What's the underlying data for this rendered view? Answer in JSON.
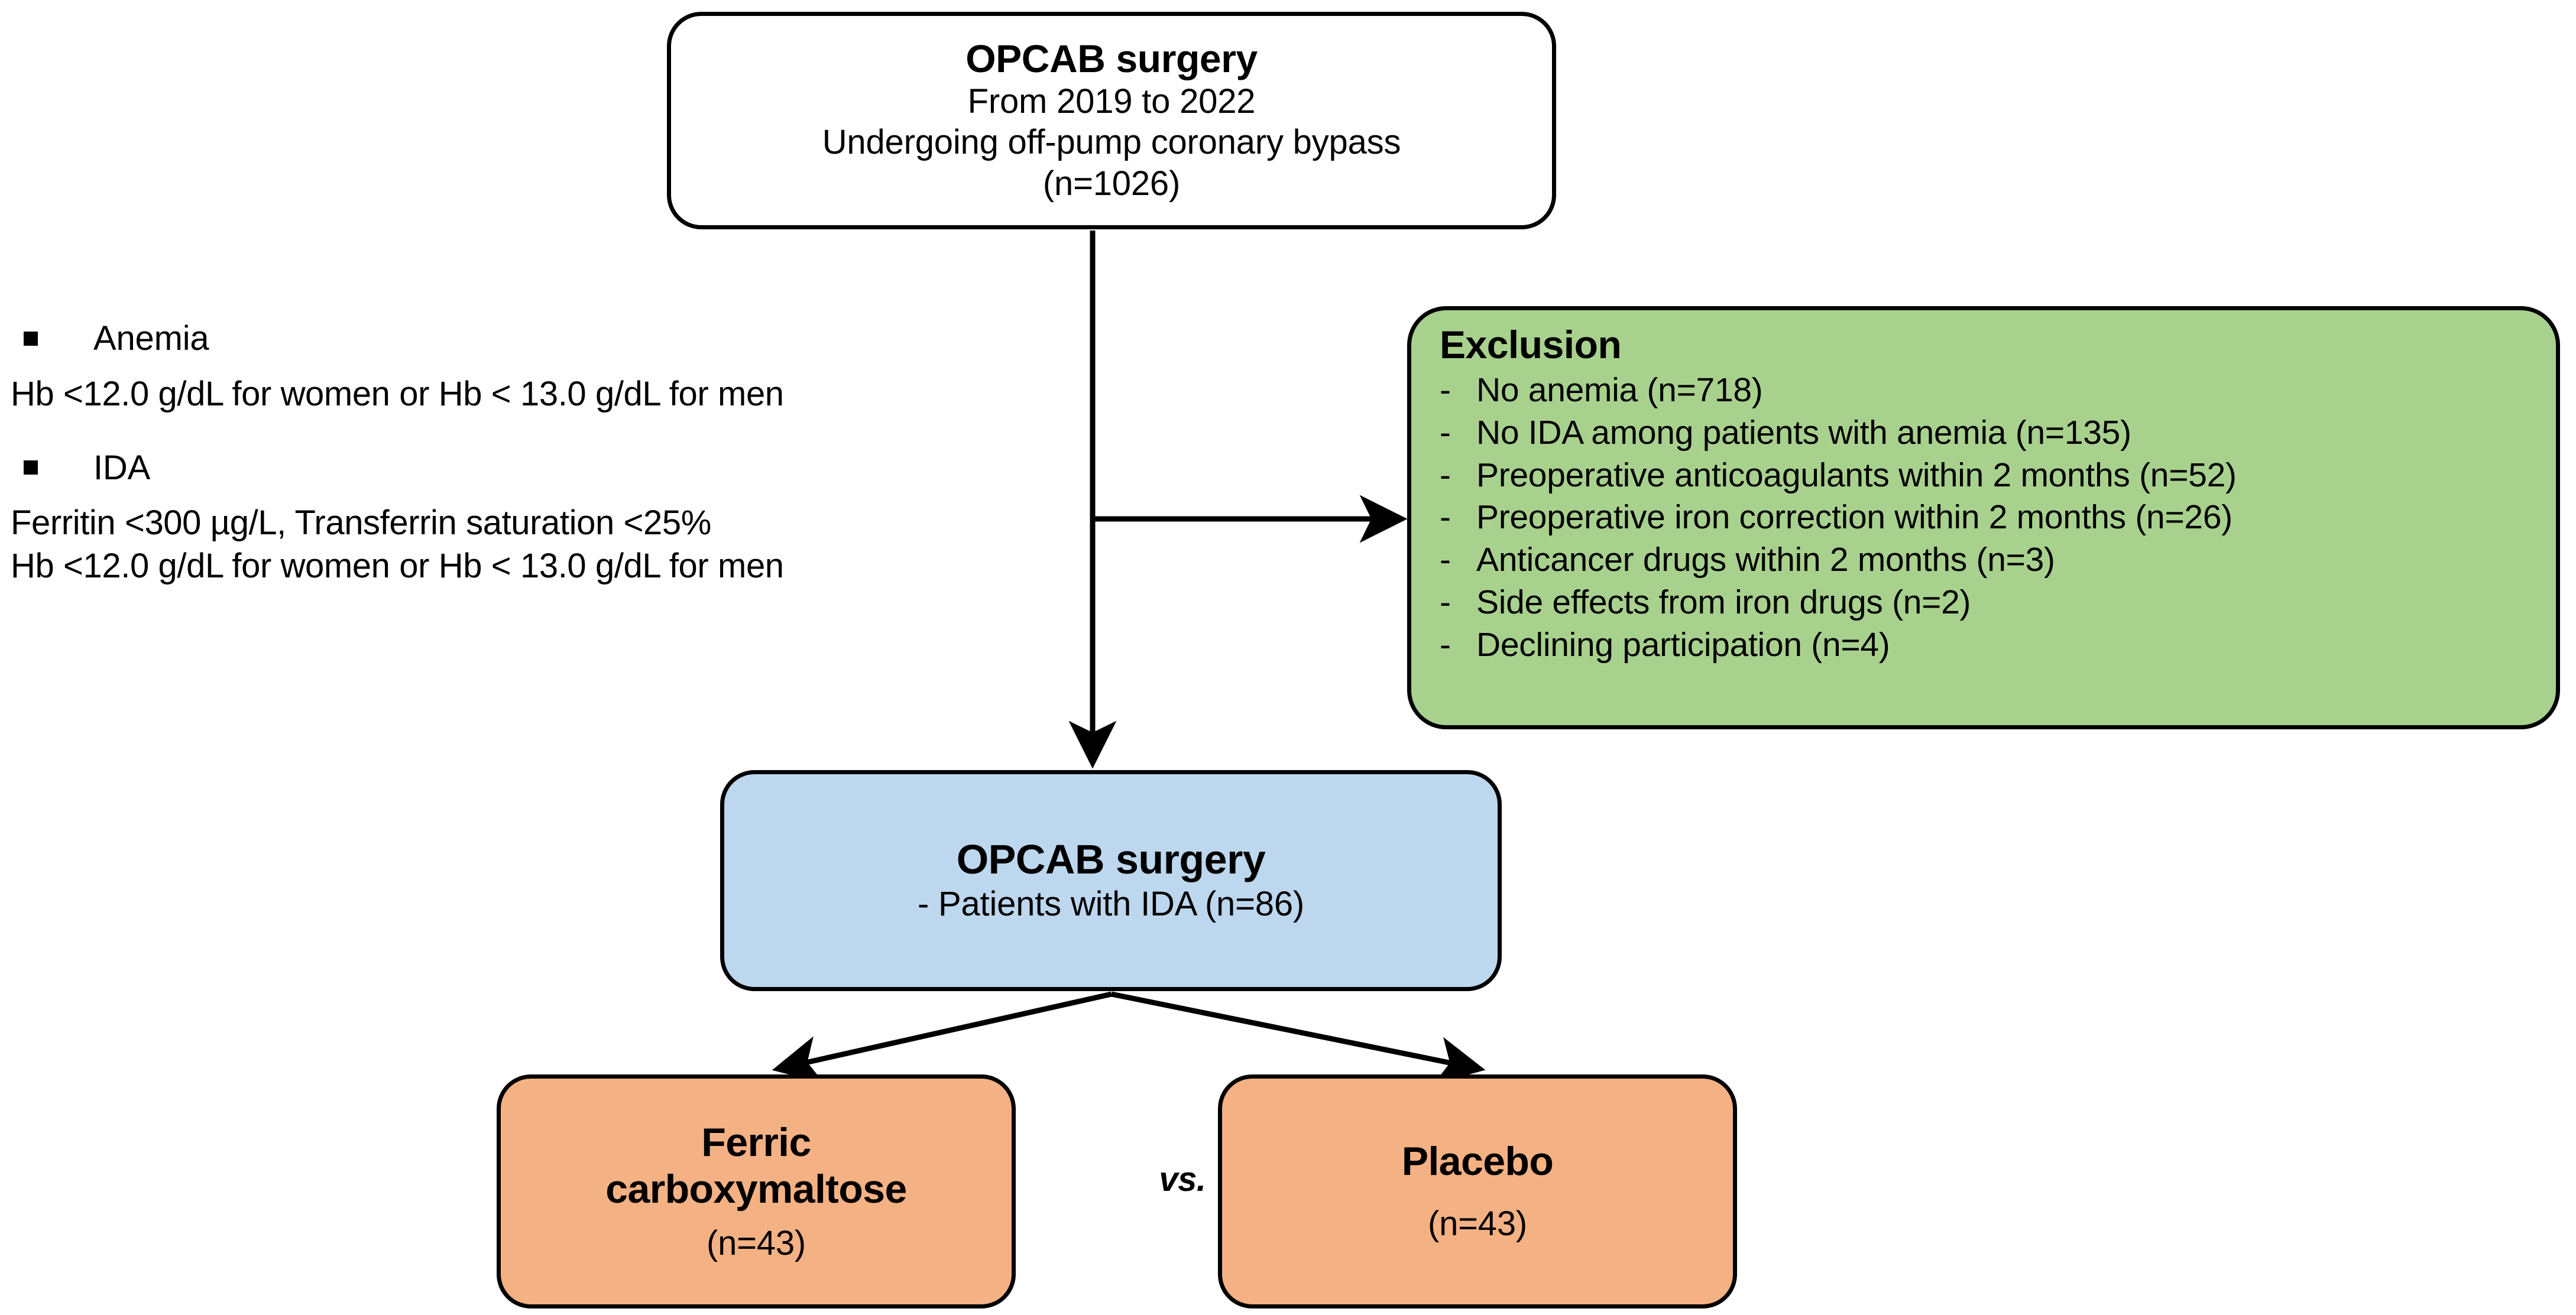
{
  "figure": {
    "type": "study-flow-diagram",
    "colors": {
      "exclusion_fill": "#A9D18E",
      "enrolled_fill": "#BDD7EE",
      "arm_fill": "#F4B183",
      "stroke": "#000000",
      "background": "#FFFFFF"
    }
  },
  "screening": {
    "title": "OPCAB surgery",
    "line1": "From 2019 to 2022",
    "line2": "Undergoing off-pump coronary bypass",
    "line3": "(n=1026)"
  },
  "notes": {
    "anemia": {
      "heading": "Anemia",
      "lines": [
        "Hb <12.0 g/dL for women or Hb < 13.0 g/dL for men"
      ]
    },
    "ida": {
      "heading": "IDA",
      "lines": [
        "Ferritin <300 µg/L, Transferrin saturation <25%",
        "Hb <12.0 g/dL for women or Hb < 13.0 g/dL for men"
      ]
    }
  },
  "exclusion": {
    "title": "Exclusion",
    "dash": "-",
    "items": [
      "No anemia (n=718)",
      "No IDA among patients with anemia (n=135)",
      "Preoperative anticoagulants within 2 months (n=52)",
      "Preoperative iron correction within 2 months (n=26)",
      "Anticancer drugs within 2 months (n=3)",
      "Side effects from iron drugs (n=2)",
      "Declining participation (n=4)"
    ]
  },
  "enrolled": {
    "title": "OPCAB surgery",
    "line1": "- Patients with IDA (n=86)"
  },
  "arms": {
    "comparator_label": "vs.",
    "treatment": {
      "title_line1": "Ferric",
      "title_line2": "carboxymaltose",
      "count": "(n=43)"
    },
    "control": {
      "title_line1": "Placebo",
      "count": "(n=43)"
    }
  }
}
